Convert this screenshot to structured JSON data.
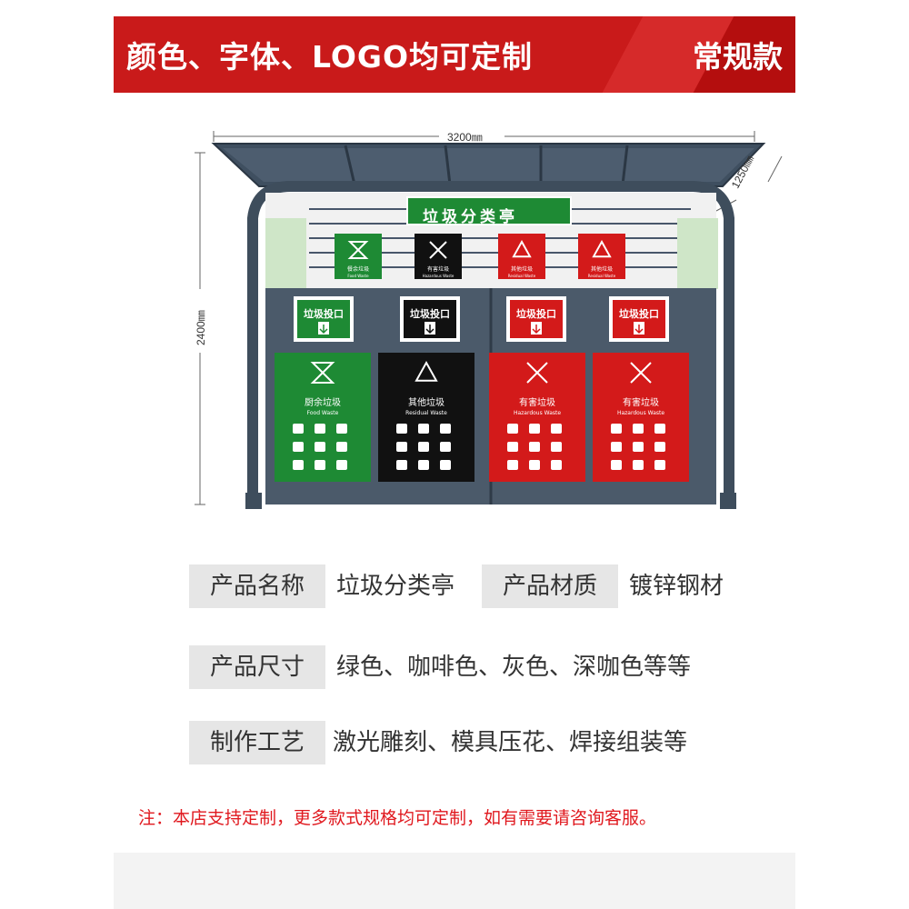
{
  "banner": {
    "title": "颜色、字体、LOGO均可定制",
    "tag": "常规款"
  },
  "kiosk": {
    "width_label": "3200㎜",
    "depth_label": "1250㎜",
    "height_label": "2400㎜",
    "sign": "垃圾分类亭",
    "top_icons": [
      {
        "cn": "餐余垃圾",
        "en": "Food Waste",
        "color": "#1e8a34"
      },
      {
        "cn": "有害垃圾",
        "en": "Hazardous Waste",
        "color": "#111111"
      },
      {
        "cn": "其他垃圾",
        "en": "Residual Waste",
        "color": "#d31a1a"
      },
      {
        "cn": "其他垃圾",
        "en": "Residual Waste",
        "color": "#d31a1a"
      }
    ],
    "slot_label": "垃圾投口",
    "slots": [
      {
        "color": "#1e8a34"
      },
      {
        "color": "#111111"
      },
      {
        "color": "#d31a1a"
      },
      {
        "color": "#d31a1a"
      }
    ],
    "bins": [
      {
        "cn": "厨余垃圾",
        "en": "Food Waste",
        "color": "#1e8a34",
        "icon": "hourglass-icon"
      },
      {
        "cn": "其他垃圾",
        "en": "Residual Waste",
        "color": "#111111",
        "icon": "recycle-icon"
      },
      {
        "cn": "有害垃圾",
        "en": "Hazardous Waste",
        "color": "#d31a1a",
        "icon": "hazard-icon"
      },
      {
        "cn": "有害垃圾",
        "en": "Hazardous Waste",
        "color": "#d31a1a",
        "icon": "hazard-icon"
      }
    ],
    "frame_color": "#3e4d5c"
  },
  "specs": {
    "name_label": "产品名称",
    "name_value": "垃圾分类亭",
    "material_label": "产品材质",
    "material_value": "镀锌钢材",
    "size_label": "产品尺寸",
    "size_value": "绿色、咖啡色、灰色、深咖色等等",
    "craft_label": "制作工艺",
    "craft_value": "激光雕刻、模具压花、焊接组装等"
  },
  "note": "注：本店支持定制，更多款式规格均可定制，如有需要请咨询客服。"
}
